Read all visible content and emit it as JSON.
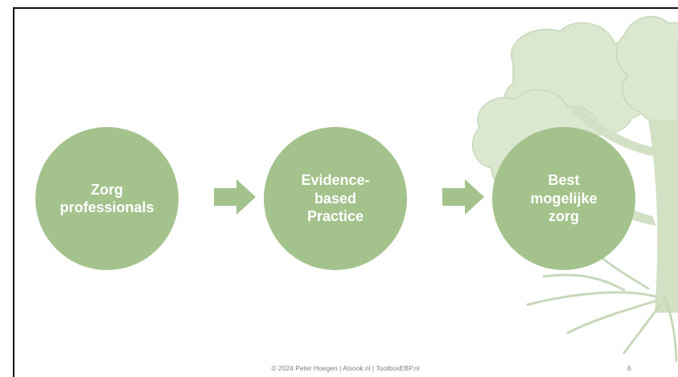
{
  "colors": {
    "circle_fill": "#a4c28c",
    "arrow_fill": "#a4c28c",
    "tree_fill": "#dbe7cf",
    "tree_stroke": "#c8d8bb"
  },
  "diagram": {
    "nodes": [
      {
        "label": "Zorg\nprofessionals"
      },
      {
        "label": "Evidence-\nbased\nPractice"
      },
      {
        "label": "Best\nmogelijke\nzorg"
      }
    ],
    "arrows": [
      "right-arrow",
      "right-arrow"
    ]
  },
  "background": {
    "icon": "tree-illustration"
  },
  "footer": {
    "text": "© 2024 Peter Hoegen | Alsook.nl | ToolboxEBP.nl",
    "page_number": "6"
  }
}
